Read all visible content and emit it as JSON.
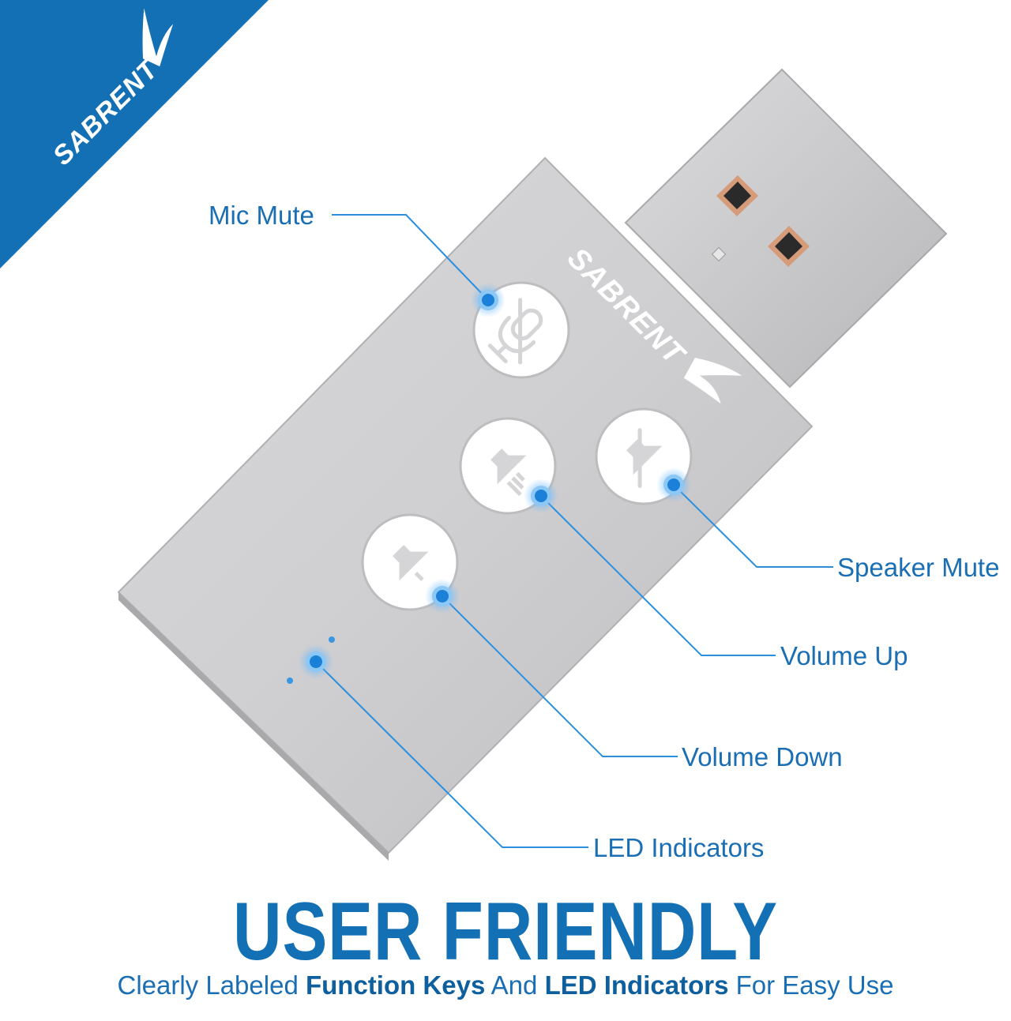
{
  "brand": {
    "corner_logo_text": "SABRENT",
    "device_logo_text": "SABRENT"
  },
  "labels": {
    "mic_mute": "Mic Mute",
    "speaker_mute": "Speaker Mute",
    "volume_up": "Volume Up",
    "volume_down": "Volume Down",
    "led_indicators": "LED Indicators"
  },
  "headline": "USER FRIENDLY",
  "subline": {
    "part1": "Clearly Labeled ",
    "bold1": "Function Keys",
    "part2": " And ",
    "bold2": "LED Indicators",
    "part3": " For Easy Use"
  },
  "colors": {
    "brand_blue": "#1470b4",
    "callout_blue": "#1a88d8",
    "device_silver": "#c9c9cb"
  },
  "icons": {
    "mic_mute": "mic-mute-icon",
    "volume_up": "volume-up-icon",
    "speaker_mute": "speaker-mute-icon",
    "volume_down": "volume-down-icon"
  }
}
